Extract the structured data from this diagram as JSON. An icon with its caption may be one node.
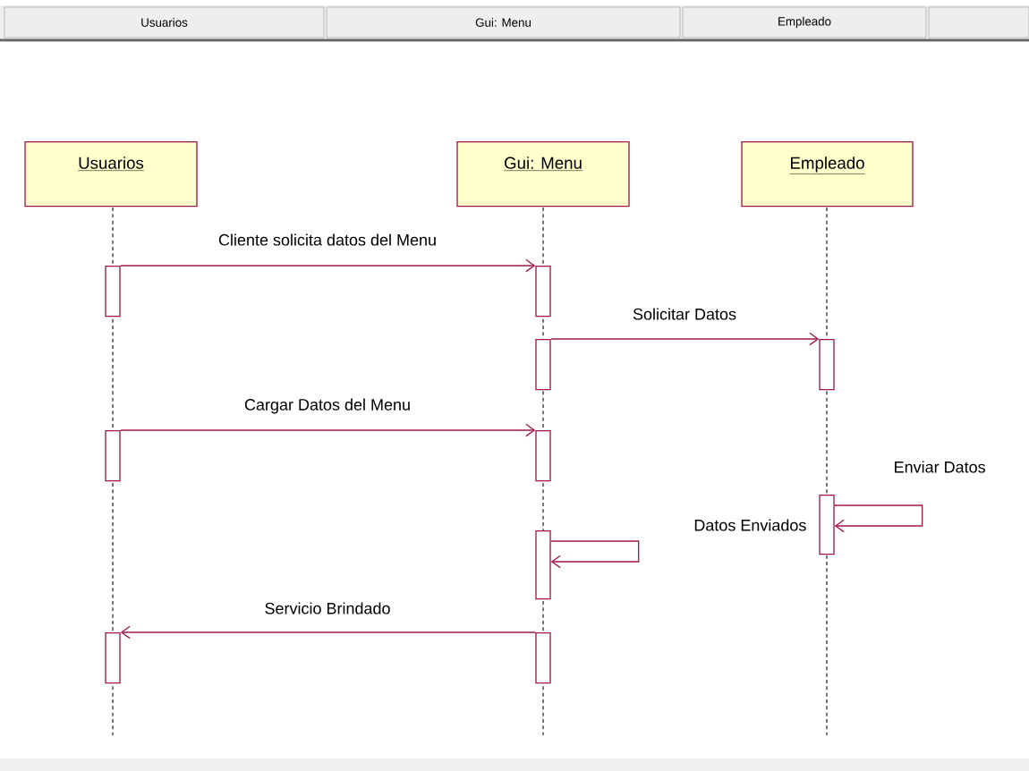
{
  "diagram": {
    "nodes": [
      {
        "text": [
          "Usuarios"
        ]
      },
      {
        "text": [
          "Gui: Menu"
        ]
      },
      {
        "text": [
          "Empleado"
        ]
      },
      {
        "text": [],
        "shape": "bar"
      },
      {
        "text": [],
        "shape": "bar"
      },
      {
        "text": [],
        "shape": "bar"
      },
      {
        "text": [],
        "shape": "bar"
      },
      {
        "text": [],
        "shape": "bar"
      },
      {
        "text": [],
        "shape": "bar"
      },
      {
        "text": [],
        "shape": "bar"
      },
      {
        "text": [],
        "shape": "bar"
      },
      {
        "text": [],
        "shape": "bar"
      },
      {
        "text": [],
        "shape": "bar"
      }
    ],
    "edges": [
      {
        "from": 3,
        "to": 4,
        "arrow": "to",
        "label": "Cliente solicita datos del Menu"
      },
      {
        "from": 5,
        "to": 6,
        "arrow": "to",
        "label": "Solicitar Datos"
      },
      {
        "from": 7,
        "to": 8,
        "arrow": "to",
        "label": "Cargar Datos del Menu"
      },
      {
        "from": 9,
        "to": 9,
        "arrow": "to",
        "label": "Enviar Datos"
      },
      {
        "from": 10,
        "to": 10,
        "arrow": "to",
        "label": "Datos Enviados"
      },
      {
        "from": 12,
        "to": 11,
        "arrow": "to",
        "label": "Servicio Brindado"
      }
    ],
    "labels": [
      "Usuarios",
      "Gui: Menu",
      "Empleado"
    ]
  }
}
